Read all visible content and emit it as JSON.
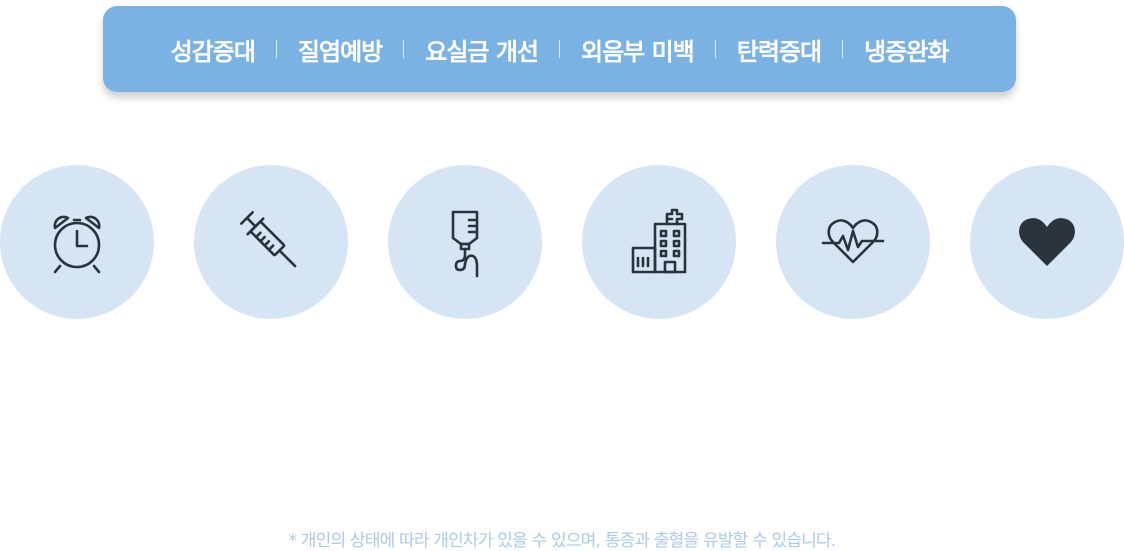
{
  "tags": [
    "성감증대",
    "질염예방",
    "요실금 개선",
    "외음부 미백",
    "탄력증대",
    "냉증완화"
  ],
  "icons": [
    "alarm-clock-icon",
    "syringe-icon",
    "iv-drip-icon",
    "hospital-icon",
    "heartbeat-icon",
    "heart-icon"
  ],
  "note": "* 개인의 상태에 따라 개인차가 있을 수 있으며, 통증과 출혈을 유발할 수 있습니다.",
  "colors": {
    "bar": "#7bb2e4",
    "circle": "#d6e5f4",
    "icon": "#2b333c",
    "note": "#aacaeb"
  }
}
